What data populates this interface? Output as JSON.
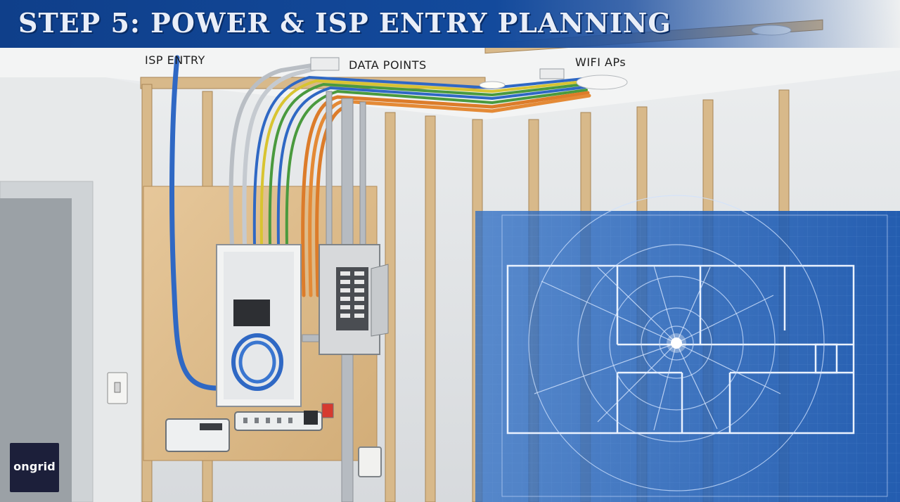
{
  "banner": {
    "title": "STEP 5: POWER & ISP ENTRY PLANNING",
    "color": "#134a9c"
  },
  "labels": {
    "isp_entry": "ISP ENTRY",
    "data_points": "DATA POINTS",
    "wifi_aps": "WIFI APs"
  },
  "brand": {
    "logo_text": "ongrid",
    "logo_bg": "#1c1f3a"
  },
  "colors": {
    "isp_cable": "#2f68c4",
    "data_yellow": "#d8c431",
    "data_green": "#4a9a3e",
    "power_conduit": "#dc7c2a",
    "blueprint": "#1f5cb0"
  }
}
